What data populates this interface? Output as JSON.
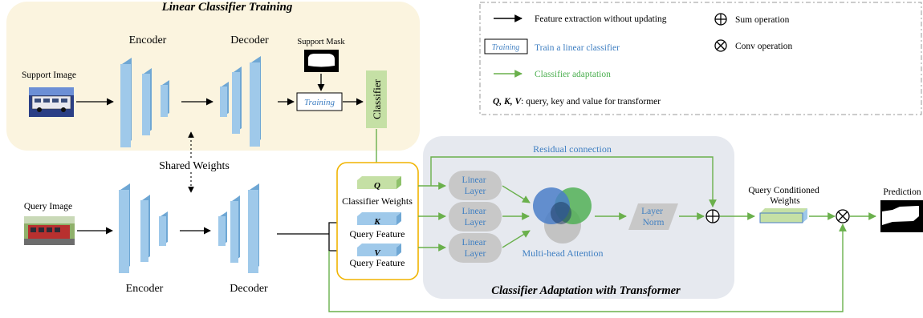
{
  "training_panel": {
    "title": "Linear Classifier Training"
  },
  "adaptation_panel": {
    "title": "Classifier Adaptation with Transformer"
  },
  "legend": {
    "feature_extraction": "Feature extraction without updating",
    "training_tag": "Training",
    "train_classifier": "Train a linear classifier",
    "classifier_adaptation": "Classifier adaptation",
    "qkv_prefix": "Q, K, V",
    "qkv_text": ": query, key and value for transformer",
    "sum": "Sum operation",
    "conv": "Conv operation"
  },
  "labels": {
    "support_image": "Support Image",
    "query_image": "Query Image",
    "encoder_top": "Encoder",
    "decoder_top": "Decoder",
    "encoder_bottom": "Encoder",
    "decoder_bottom": "Decoder",
    "support_mask": "Support Mask",
    "training_box": "Training",
    "classifier": "Classifier",
    "shared_weights": "Shared Weights",
    "q_letter": "Q",
    "k_letter": "K",
    "v_letter": "V",
    "classifier_weights": "Classifier Weights",
    "query_feature_k": "Query Feature",
    "query_feature_v": "Query Feature",
    "linear_layer": [
      "Linear",
      "Layer"
    ],
    "multihead": "Multi-head Attention",
    "layer_norm": [
      "Layer",
      "Norm"
    ],
    "residual": "Residual connection",
    "query_conditioned": [
      "Query Conditioned",
      "Weights"
    ],
    "prediction": "Prediction"
  },
  "colors": {
    "training_bg": "#fbf4df",
    "adaptation_bg": "#e6e9ef",
    "block_blue": "#9fc9ea",
    "block_blue_dark": "#6fa7d4",
    "green": "#6ab04c",
    "classifier_green": "#c5e0a5",
    "qkv_border": "#f0b400",
    "linear_grey": "#c8c8c8",
    "text_blue": "#3f7fc2"
  }
}
